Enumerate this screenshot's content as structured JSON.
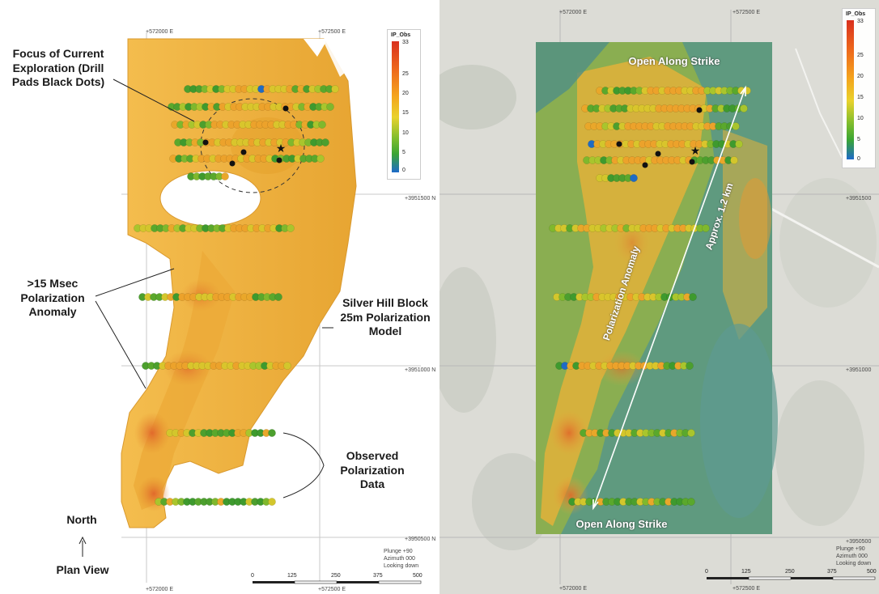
{
  "left_panel": {
    "labels": {
      "focus": "Focus of Current Exploration (Drill Pads Black Dots)",
      "anomaly": ">15 Msec Polarization Anomaly",
      "model": "Silver Hill Block 25m Polarization Model",
      "observed": "Observed Polarization Data",
      "north": "North",
      "plan_view": "Plan View"
    },
    "grid": {
      "top_e1": "+572000 E",
      "top_e2": "+572500 E",
      "n1": "+3951500 N",
      "n2": "+3951000 N",
      "n3": "+3950500 N",
      "bottom_e1": "+572000 E",
      "bottom_e2": "+572500 E"
    },
    "view_info": [
      "Plunge +90",
      "Azimuth 000",
      "Looking down"
    ],
    "scale_ticks": [
      "0",
      "125",
      "250",
      "375",
      "500"
    ],
    "legend": {
      "title": "IP_Obs",
      "ticks": [
        "33",
        "25",
        "20",
        "15",
        "10",
        "5",
        "0"
      ]
    }
  },
  "right_panel": {
    "labels": {
      "open_top": "Open Along Strike",
      "open_bottom": "Open Along Strike",
      "anomaly": "Polarization Anomaly",
      "approx": "Approx. 1.2 km"
    },
    "grid": {
      "top_e1": "+572000 E",
      "top_e2": "+572500 E",
      "n1": "+3951500",
      "n2": "+3951000",
      "n3": "+3950500",
      "bottom_e1": "+572000 E",
      "bottom_e2": "+572500 E"
    },
    "view_info": [
      "Plunge +90",
      "Azimuth 000",
      "Looking down"
    ],
    "scale_ticks": [
      "0",
      "125",
      "250",
      "375",
      "500"
    ],
    "legend": {
      "title": "IP_Obs",
      "ticks": [
        "33",
        "25",
        "20",
        "15",
        "10",
        "5",
        "0"
      ]
    }
  },
  "colors": {
    "orange_body": "#f0b23c",
    "orange_dark": "#e39a22",
    "teal_base": "#5f9a7f",
    "green_line": "#6fae2b",
    "blue_point": "#1f6bc4",
    "red_point": "#d7402a"
  }
}
